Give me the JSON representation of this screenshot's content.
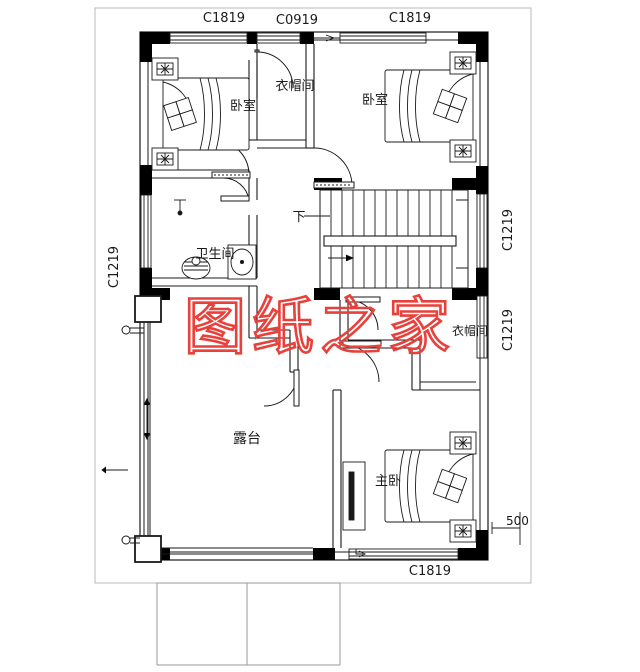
{
  "drawing": {
    "type": "architectural-floor-plan",
    "title_watermark": "图纸之家",
    "watermark_color": "#e8403a",
    "line_color": "#1a1a1a",
    "wall_fill": "#000000",
    "background": "#ffffff",
    "border_color": "#b9b9b9"
  },
  "window_labels": {
    "top_left": "C1819",
    "top_middle": "C0919",
    "top_right": "C1819",
    "left_middle": "C1219",
    "right_upper": "C1219",
    "right_lower": "C1219",
    "bottom": "C1819"
  },
  "dimensions": {
    "right_offset": "500"
  },
  "rooms": [
    {
      "id": "bedroom-top-left",
      "label": "卧室",
      "en": "bedroom"
    },
    {
      "id": "closet-top",
      "label": "衣帽间",
      "en": "walk-in-closet"
    },
    {
      "id": "bedroom-top-right",
      "label": "卧室",
      "en": "bedroom"
    },
    {
      "id": "bathroom",
      "label": "卫生间",
      "en": "bathroom"
    },
    {
      "id": "stairs",
      "label": "下",
      "en": "stairs-down"
    },
    {
      "id": "closet-right",
      "label": "衣帽间",
      "en": "walk-in-closet"
    },
    {
      "id": "terrace",
      "label": "露台",
      "en": "terrace"
    },
    {
      "id": "master-bedroom",
      "label": "主卧",
      "en": "master-bedroom"
    }
  ]
}
